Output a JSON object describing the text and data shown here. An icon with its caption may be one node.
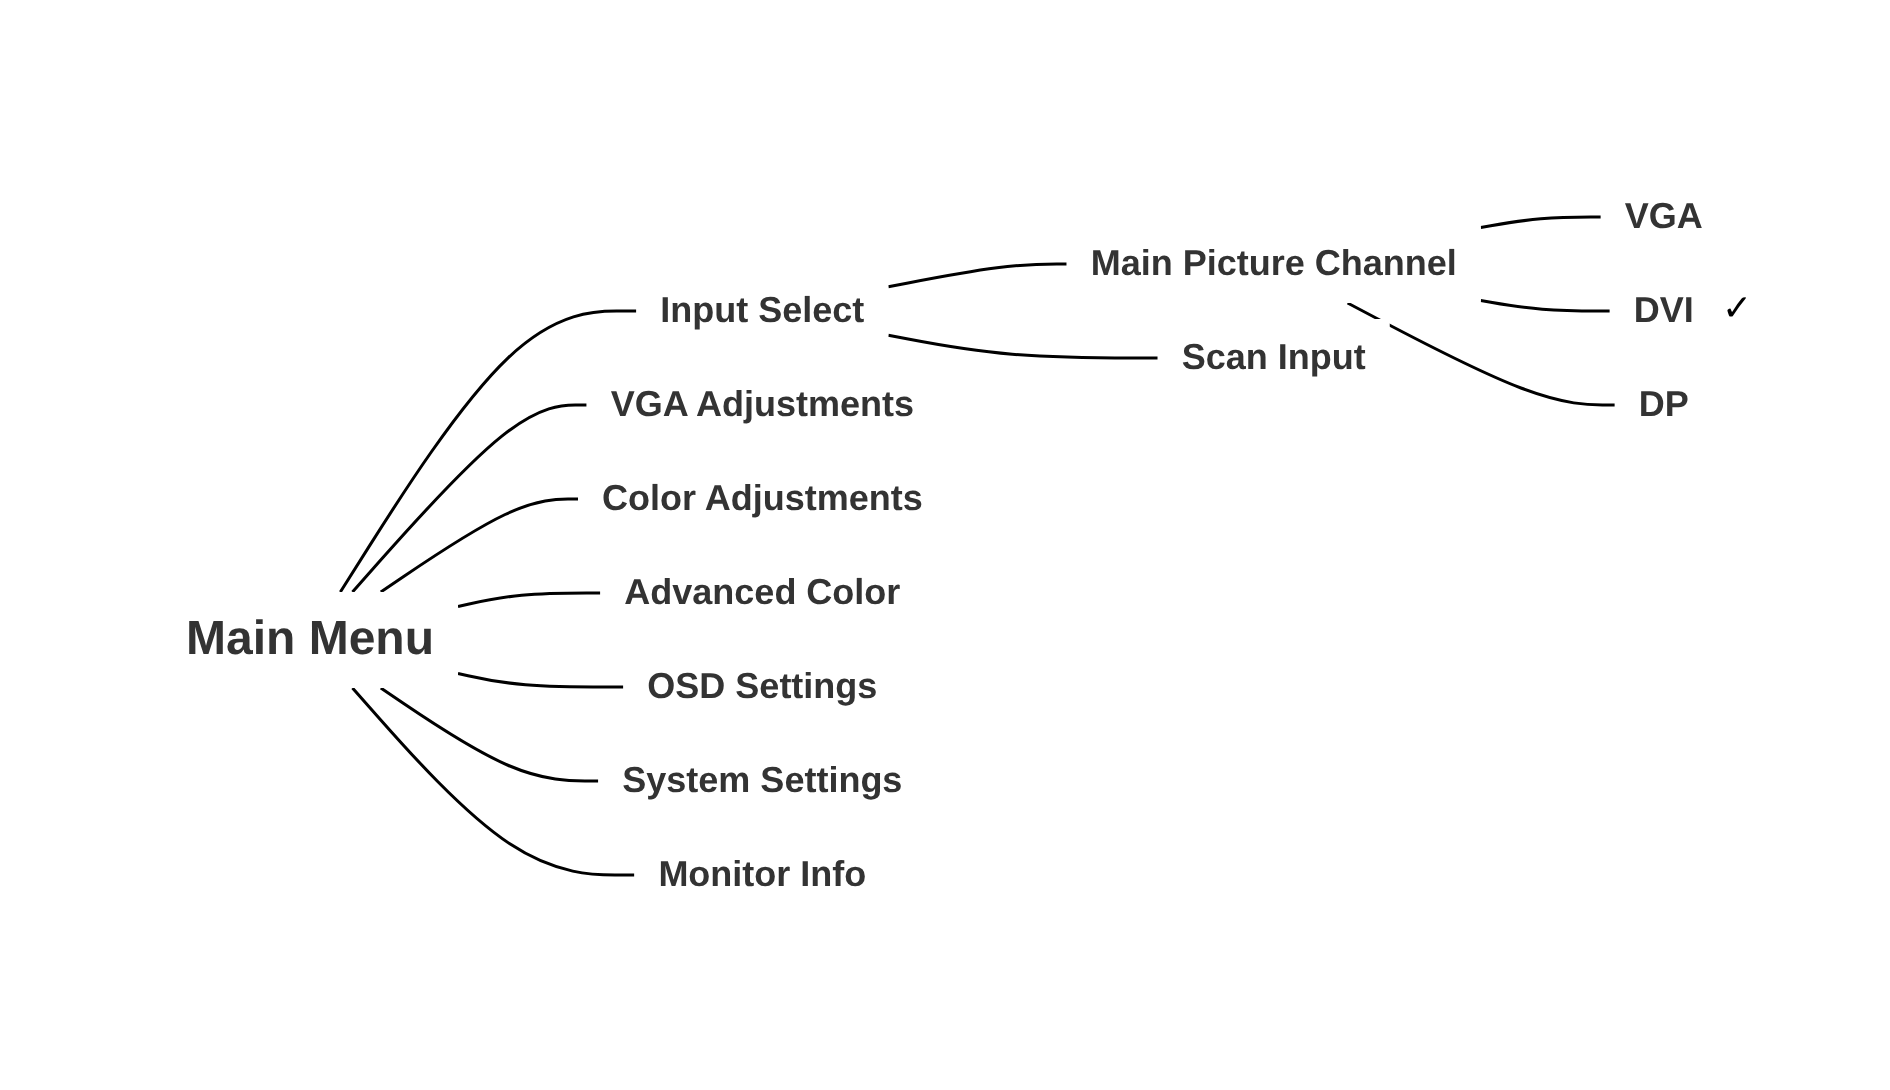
{
  "diagram": {
    "nodes": [
      {
        "text": [
          "Main Menu"
        ]
      },
      {
        "text": [
          "Input Select"
        ]
      },
      {
        "text": [
          "VGA Adjustments"
        ]
      },
      {
        "text": [
          "Color Adjustments"
        ]
      },
      {
        "text": [
          "Advanced Color"
        ]
      },
      {
        "text": [
          "OSD Settings"
        ]
      },
      {
        "text": [
          "System Settings"
        ]
      },
      {
        "text": [
          "Monitor Info"
        ]
      },
      {
        "text": [
          "Main Picture Channel"
        ]
      },
      {
        "text": [
          "Scan Input"
        ]
      },
      {
        "text": [
          "VGA"
        ]
      },
      {
        "text": [
          "DVI"
        ],
        "beside": [
          "✓"
        ]
      },
      {
        "text": [
          "DP"
        ]
      }
    ],
    "edges": [
      {
        "from": 0,
        "to": 1,
        "arrow": "none"
      },
      {
        "from": 0,
        "to": 2,
        "arrow": "none"
      },
      {
        "from": 0,
        "to": 3,
        "arrow": "none"
      },
      {
        "from": 0,
        "to": 4,
        "arrow": "none"
      },
      {
        "from": 0,
        "to": 5,
        "arrow": "none"
      },
      {
        "from": 0,
        "to": 6,
        "arrow": "none"
      },
      {
        "from": 0,
        "to": 7,
        "arrow": "none"
      },
      {
        "from": 1,
        "to": 8,
        "arrow": "none"
      },
      {
        "from": 1,
        "to": 9,
        "arrow": "none"
      },
      {
        "from": 8,
        "to": 10,
        "arrow": "none"
      },
      {
        "from": 8,
        "to": 11,
        "arrow": "none"
      },
      {
        "from": 8,
        "to": 12,
        "arrow": "none"
      }
    ]
  }
}
